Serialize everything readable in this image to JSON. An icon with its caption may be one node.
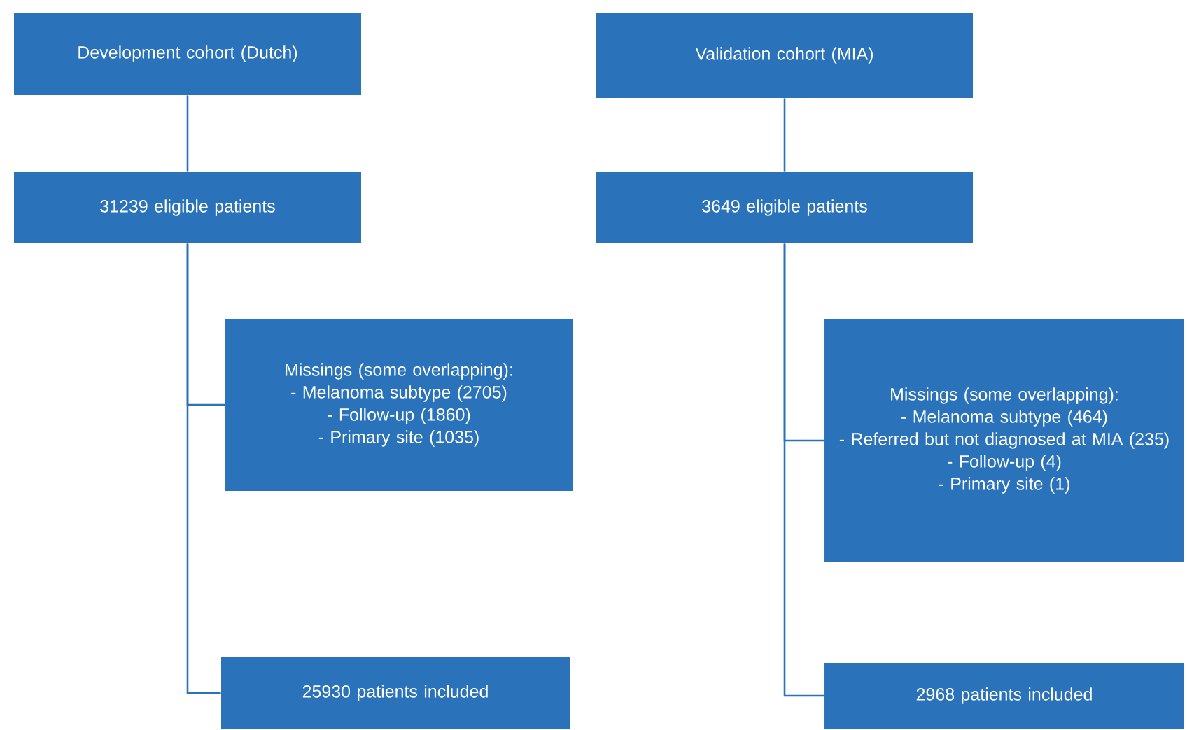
{
  "diagram": {
    "nodes": [
      {
        "text": [
          "Development cohort (Dutch)"
        ]
      },
      {
        "text": [
          "31239 eligible patients"
        ]
      },
      {
        "text": [
          "Missings (some overlapping):",
          "- Melanoma subtype (2705)",
          "- Follow-up (1860)",
          "- Primary site (1035)"
        ]
      },
      {
        "text": [
          "25930 patients included"
        ]
      },
      {
        "text": [
          "Validation cohort (MIA)"
        ]
      },
      {
        "text": [
          "3649 eligible patients"
        ]
      },
      {
        "text": [
          "Missings (some overlapping):",
          "- Melanoma subtype (464)",
          "- Referred but not diagnosed at MIA (235)",
          "- Follow-up (4)",
          "- Primary site (1)"
        ]
      },
      {
        "text": [
          "2968 patients included"
        ]
      }
    ],
    "edges": [
      {
        "from": 0,
        "to": 1,
        "arrow": "none"
      },
      {
        "from": 1,
        "to": 2,
        "arrow": "none"
      },
      {
        "from": 1,
        "to": 3,
        "arrow": "none"
      },
      {
        "from": 4,
        "to": 5,
        "arrow": "none"
      },
      {
        "from": 5,
        "to": 6,
        "arrow": "none"
      },
      {
        "from": 5,
        "to": 7,
        "arrow": "none"
      }
    ]
  }
}
